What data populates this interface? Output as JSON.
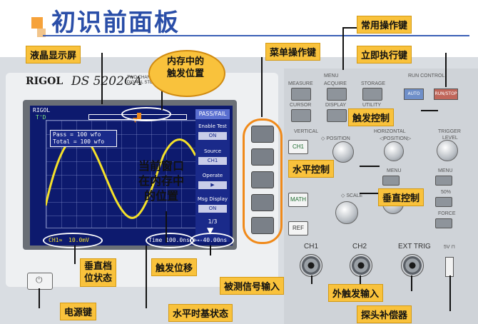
{
  "title": "初识前面板",
  "callouts": {
    "lcd": "液晶显示屏",
    "trigger_pos_memory": "内存中的\n触发位置",
    "window_pos_memory": "当前窗口\n在内存中\n的位置",
    "common_keys": "常用操作键",
    "menu_keys": "菜单操作键",
    "run_keys": "立即执行键",
    "trigger_control": "触发控制",
    "horizontal_control": "水平控制",
    "vertical_control": "垂直控制",
    "vertical_scale_status": "垂直档\n位状态",
    "trigger_shift": "触发位移",
    "signal_input": "被测信号输入",
    "ext_trigger_input": "外触发输入",
    "probe_comp": "探头补偿器",
    "power_key": "电源键",
    "timebase_status": "水平时基状态"
  },
  "device": {
    "brand": "RIGOL",
    "model": "DS 5202CA",
    "two_channel": "TWO CHANNEL\nDIGITAL STORAGE"
  },
  "screen": {
    "brand": "RIGOL",
    "mode": "T'D",
    "pass_text": "Pass = 100 wfo",
    "total_text": "Total = 100 wfo",
    "menu_title": "PASS/FAIL",
    "menu": [
      {
        "label": "Enable Test",
        "value": "ON"
      },
      {
        "label": "Source",
        "value": "CH1"
      },
      {
        "label": "Operate",
        "value": "▶"
      },
      {
        "label": "Msg Display",
        "value": "ON"
      }
    ],
    "page": "1/3",
    "ch_status": "CH1≃",
    "ch_volts": "10.0mV",
    "time": "Time 100.0ns",
    "trig_offset": "⊕→-40.00ns"
  },
  "panel": {
    "menu": "MENU",
    "measure": "MEASURE",
    "acquire": "ACQUIRE",
    "storage": "STORAGE",
    "cursor": "CURSOR",
    "display": "DISPLAY",
    "utility": "UTILITY",
    "run_control": "RUN CONTROL",
    "auto": "AUTO",
    "run_stop": "RUN/STOP",
    "vertical": "VERTICAL",
    "horizontal": "HORIZONTAL",
    "trigger": "TRIGGER",
    "position": "◇ POSITION",
    "h_position": "◁POSITION▷",
    "level": "LEVEL",
    "ch1": "CH1",
    "math": "MATH",
    "ref": "REF",
    "scale": "◇ SCALE",
    "h_menu": "MENU",
    "t_menu": "MENU",
    "fifty": "50%",
    "force": "FORCE",
    "ch1_in": "CH1",
    "ch2_in": "CH2",
    "ext_trig": "EXT TRIG",
    "probe": "5V ⊓"
  },
  "colors": {
    "label_bg": "#f9c23c",
    "title": "#2a4ea8",
    "screen_bg": "#0d1a6e",
    "trace": "#f5e12a",
    "ring": "#f08a1a"
  }
}
